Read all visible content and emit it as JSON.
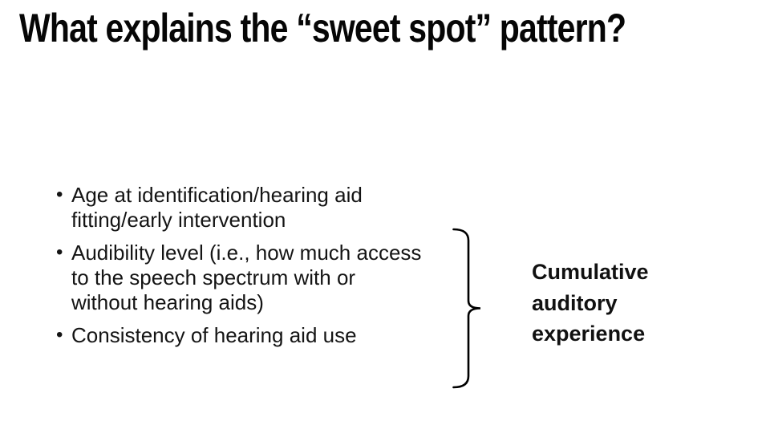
{
  "slide": {
    "title": "What explains the “sweet spot” pattern?",
    "bullet_char": "•",
    "bullets": [
      "Age at identification/hearing aid fitting/early intervention",
      "Audibility level (i.e., how much access to the speech spectrum with or without hearing aids)",
      "Consistency of hearing aid use"
    ],
    "callout": {
      "label": "Cumulative auditory experience"
    },
    "colors": {
      "background": "#ffffff",
      "title_text": "#060606",
      "body_text": "#141414",
      "brace_stroke": "#000000"
    }
  }
}
